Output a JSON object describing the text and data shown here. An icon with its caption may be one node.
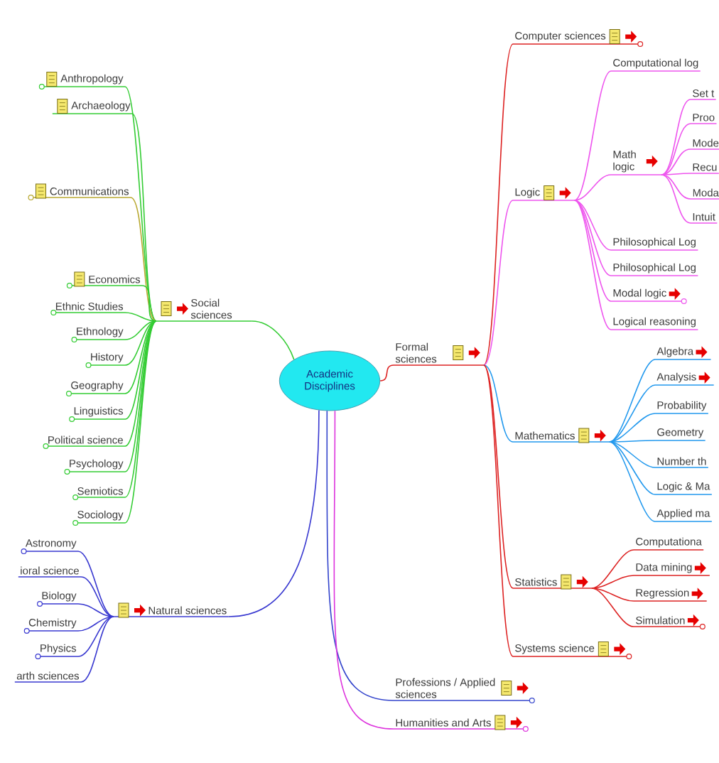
{
  "diagram": {
    "nodes": [
      {
        "text": [
          "Academic Disciplines"
        ]
      },
      {
        "text": [
          "Social sciences"
        ]
      },
      {
        "text": [
          "Anthropology"
        ]
      },
      {
        "text": [
          "Archaeology"
        ]
      },
      {
        "text": [
          "Communications"
        ]
      },
      {
        "text": [
          "Economics"
        ]
      },
      {
        "text": [
          "Ethnic Studies"
        ]
      },
      {
        "text": [
          "Ethnology"
        ]
      },
      {
        "text": [
          "History"
        ]
      },
      {
        "text": [
          "Geography"
        ]
      },
      {
        "text": [
          "Linguistics"
        ]
      },
      {
        "text": [
          "Political science"
        ]
      },
      {
        "text": [
          "Psychology"
        ]
      },
      {
        "text": [
          "Semiotics"
        ]
      },
      {
        "text": [
          "Sociology"
        ]
      },
      {
        "text": [
          "Natural sciences"
        ]
      },
      {
        "text": [
          "Astronomy"
        ]
      },
      {
        "text": [
          "ioral science"
        ]
      },
      {
        "text": [
          "Biology"
        ]
      },
      {
        "text": [
          "Chemistry"
        ]
      },
      {
        "text": [
          "Physics"
        ]
      },
      {
        "text": [
          "arth sciences"
        ]
      },
      {
        "text": [
          "Formal sciences"
        ]
      },
      {
        "text": [
          "Computer sciences"
        ]
      },
      {
        "text": [
          "Logic"
        ]
      },
      {
        "text": [
          "Computational log"
        ]
      },
      {
        "text": [
          "Math logic"
        ]
      },
      {
        "text": [
          "Set t"
        ]
      },
      {
        "text": [
          "Proo"
        ]
      },
      {
        "text": [
          "Mode"
        ]
      },
      {
        "text": [
          "Recu"
        ]
      },
      {
        "text": [
          "Moda"
        ]
      },
      {
        "text": [
          "Intuit"
        ]
      },
      {
        "text": [
          "Philosophical Log"
        ]
      },
      {
        "text": [
          "Philosophical Log"
        ]
      },
      {
        "text": [
          "Modal logic"
        ]
      },
      {
        "text": [
          "Logical reasoning"
        ]
      },
      {
        "text": [
          "Mathematics"
        ]
      },
      {
        "text": [
          "Algebra"
        ]
      },
      {
        "text": [
          "Analysis"
        ]
      },
      {
        "text": [
          "Probability"
        ]
      },
      {
        "text": [
          "Geometry"
        ]
      },
      {
        "text": [
          "Number th"
        ]
      },
      {
        "text": [
          "Logic & Ma"
        ]
      },
      {
        "text": [
          "Applied ma"
        ]
      },
      {
        "text": [
          "Statistics"
        ]
      },
      {
        "text": [
          "Computationa"
        ]
      },
      {
        "text": [
          "Data mining"
        ]
      },
      {
        "text": [
          "Regression"
        ]
      },
      {
        "text": [
          "Simulation"
        ]
      },
      {
        "text": [
          "Systems science"
        ]
      },
      {
        "text": [
          "Professions / Applied sciences"
        ]
      },
      {
        "text": [
          "Humanities and Arts"
        ]
      }
    ],
    "edges": [
      {
        "from": 0,
        "to": 1,
        "arrow": "none",
        "color": "#33cc33"
      },
      {
        "from": 1,
        "to": 2,
        "arrow": "none",
        "color": "#33cc33"
      },
      {
        "from": 1,
        "to": 3,
        "arrow": "none",
        "color": "#33cc33"
      },
      {
        "from": 1,
        "to": 4,
        "arrow": "none",
        "color": "#b8a830"
      },
      {
        "from": 1,
        "to": 5,
        "arrow": "none",
        "color": "#33cc33"
      },
      {
        "from": 1,
        "to": 6,
        "arrow": "none",
        "color": "#33cc33"
      },
      {
        "from": 1,
        "to": 7,
        "arrow": "none",
        "color": "#33cc33"
      },
      {
        "from": 1,
        "to": 8,
        "arrow": "none",
        "color": "#33cc33"
      },
      {
        "from": 1,
        "to": 9,
        "arrow": "none",
        "color": "#33cc33"
      },
      {
        "from": 1,
        "to": 10,
        "arrow": "none",
        "color": "#33cc33"
      },
      {
        "from": 1,
        "to": 11,
        "arrow": "none",
        "color": "#33cc33"
      },
      {
        "from": 1,
        "to": 12,
        "arrow": "none",
        "color": "#33cc33"
      },
      {
        "from": 1,
        "to": 13,
        "arrow": "none",
        "color": "#33cc33"
      },
      {
        "from": 1,
        "to": 14,
        "arrow": "none",
        "color": "#33cc33"
      },
      {
        "from": 0,
        "to": 15,
        "arrow": "none",
        "color": "#3838d0"
      },
      {
        "from": 15,
        "to": 16,
        "arrow": "none",
        "color": "#3838d0"
      },
      {
        "from": 15,
        "to": 17,
        "arrow": "none",
        "color": "#3838d0"
      },
      {
        "from": 15,
        "to": 18,
        "arrow": "none",
        "color": "#3838d0"
      },
      {
        "from": 15,
        "to": 19,
        "arrow": "none",
        "color": "#3838d0"
      },
      {
        "from": 15,
        "to": 20,
        "arrow": "none",
        "color": "#3838d0"
      },
      {
        "from": 15,
        "to": 21,
        "arrow": "none",
        "color": "#3838d0"
      },
      {
        "from": 0,
        "to": 22,
        "arrow": "none",
        "color": "#dd2222"
      },
      {
        "from": 22,
        "to": 23,
        "arrow": "none",
        "color": "#dd2222"
      },
      {
        "from": 22,
        "to": 24,
        "arrow": "none",
        "color": "#ee55ee"
      },
      {
        "from": 24,
        "to": 25,
        "arrow": "none",
        "color": "#ee55ee"
      },
      {
        "from": 24,
        "to": 26,
        "arrow": "none",
        "color": "#ee55ee"
      },
      {
        "from": 26,
        "to": 27,
        "arrow": "none",
        "color": "#ee55ee"
      },
      {
        "from": 26,
        "to": 28,
        "arrow": "none",
        "color": "#ee55ee"
      },
      {
        "from": 26,
        "to": 29,
        "arrow": "none",
        "color": "#ee55ee"
      },
      {
        "from": 26,
        "to": 30,
        "arrow": "none",
        "color": "#ee55ee"
      },
      {
        "from": 26,
        "to": 31,
        "arrow": "none",
        "color": "#ee55ee"
      },
      {
        "from": 26,
        "to": 32,
        "arrow": "none",
        "color": "#ee55ee"
      },
      {
        "from": 24,
        "to": 33,
        "arrow": "none",
        "color": "#ee55ee"
      },
      {
        "from": 24,
        "to": 34,
        "arrow": "none",
        "color": "#ee55ee"
      },
      {
        "from": 24,
        "to": 35,
        "arrow": "none",
        "color": "#ee55ee"
      },
      {
        "from": 24,
        "to": 36,
        "arrow": "none",
        "color": "#ee55ee"
      },
      {
        "from": 22,
        "to": 37,
        "arrow": "none",
        "color": "#2299ee"
      },
      {
        "from": 37,
        "to": 38,
        "arrow": "none",
        "color": "#2299ee"
      },
      {
        "from": 37,
        "to": 39,
        "arrow": "none",
        "color": "#2299ee"
      },
      {
        "from": 37,
        "to": 40,
        "arrow": "none",
        "color": "#2299ee"
      },
      {
        "from": 37,
        "to": 41,
        "arrow": "none",
        "color": "#2299ee"
      },
      {
        "from": 37,
        "to": 42,
        "arrow": "none",
        "color": "#2299ee"
      },
      {
        "from": 37,
        "to": 43,
        "arrow": "none",
        "color": "#2299ee"
      },
      {
        "from": 37,
        "to": 44,
        "arrow": "none",
        "color": "#2299ee"
      },
      {
        "from": 22,
        "to": 45,
        "arrow": "none",
        "color": "#dd2222"
      },
      {
        "from": 45,
        "to": 46,
        "arrow": "none",
        "color": "#dd2222"
      },
      {
        "from": 45,
        "to": 47,
        "arrow": "none",
        "color": "#dd2222"
      },
      {
        "from": 45,
        "to": 48,
        "arrow": "none",
        "color": "#dd2222"
      },
      {
        "from": 45,
        "to": 49,
        "arrow": "none",
        "color": "#dd2222"
      },
      {
        "from": 22,
        "to": 50,
        "arrow": "none",
        "color": "#dd2222"
      },
      {
        "from": 0,
        "to": 51,
        "arrow": "none",
        "color": "#3344cc"
      },
      {
        "from": 0,
        "to": 52,
        "arrow": "none",
        "color": "#dd33dd"
      }
    ]
  }
}
